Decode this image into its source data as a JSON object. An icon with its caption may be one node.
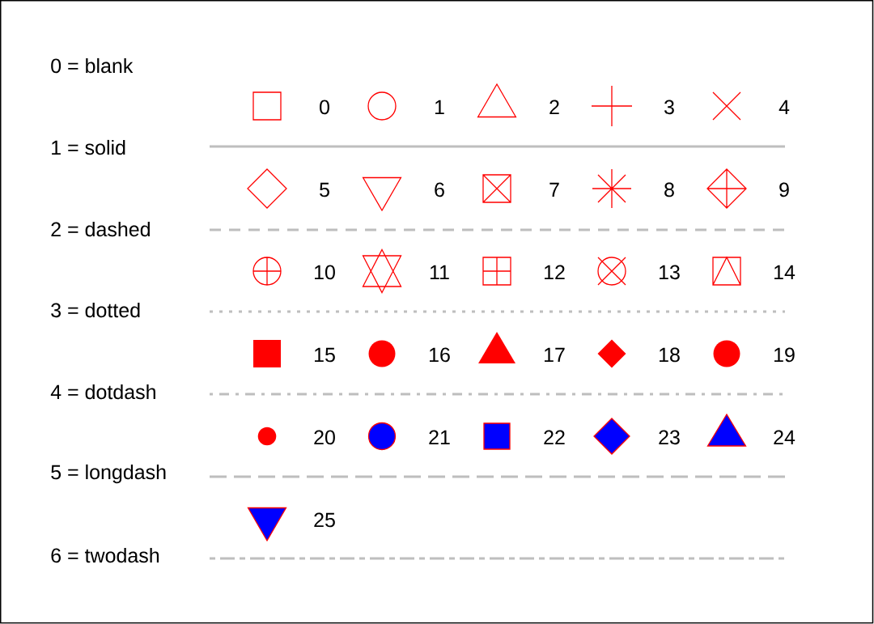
{
  "diagram": {
    "nodes": [
      {
        "text": [],
        "shape": "square",
        "beside": [
          "0"
        ]
      },
      {
        "text": [],
        "shape": "circle",
        "beside": [
          "1"
        ]
      },
      {
        "text": [],
        "shape": "triangle",
        "beside": [
          "2"
        ]
      },
      {
        "text": [],
        "shape": "plus",
        "beside": [
          "3"
        ]
      },
      {
        "text": [],
        "shape": "cross",
        "beside": [
          "4"
        ]
      },
      {
        "text": [],
        "shape": "diamond",
        "beside": [
          "5"
        ]
      },
      {
        "text": [],
        "shape": "triangle-down",
        "beside": [
          "6"
        ]
      },
      {
        "text": [],
        "shape": "square-cross",
        "beside": [
          "7"
        ]
      },
      {
        "text": [],
        "shape": "asterisk",
        "beside": [
          "8"
        ]
      },
      {
        "text": [],
        "shape": "diamond-plus",
        "beside": [
          "9"
        ]
      },
      {
        "text": [],
        "shape": "circle-plus",
        "beside": [
          "10"
        ]
      },
      {
        "text": [],
        "shape": "hexagram",
        "beside": [
          "11"
        ]
      },
      {
        "text": [],
        "shape": "square-plus",
        "beside": [
          "12"
        ]
      },
      {
        "text": [],
        "shape": "circle-cross",
        "beside": [
          "13"
        ]
      },
      {
        "text": [],
        "shape": "square-triangle",
        "beside": [
          "14"
        ]
      },
      {
        "text": [],
        "shape": "solid-square",
        "beside": [
          "15"
        ]
      },
      {
        "text": [],
        "shape": "solid-circle",
        "beside": [
          "16"
        ]
      },
      {
        "text": [],
        "shape": "solid-triangle",
        "beside": [
          "17"
        ]
      },
      {
        "text": [],
        "shape": "solid-diamond",
        "beside": [
          "18"
        ]
      },
      {
        "text": [],
        "shape": "solid-circle",
        "beside": [
          "19"
        ]
      },
      {
        "text": [],
        "shape": "dot",
        "beside": [
          "20"
        ]
      },
      {
        "text": [],
        "shape": "bordered-circle",
        "beside": [
          "21"
        ]
      },
      {
        "text": [],
        "shape": "bordered-square",
        "beside": [
          "22"
        ]
      },
      {
        "text": [],
        "shape": "bordered-diamond",
        "beside": [
          "23"
        ]
      },
      {
        "text": [],
        "shape": "bordered-triangle",
        "beside": [
          "24"
        ]
      },
      {
        "text": [],
        "shape": "bordered-triangle-down",
        "beside": [
          "25"
        ]
      }
    ],
    "legend": [
      {
        "text": "0 = blank"
      },
      {
        "text": "1 = solid"
      },
      {
        "text": "2 = dashed"
      },
      {
        "text": "3 = dotted"
      },
      {
        "text": "4 = dotdash"
      },
      {
        "text": "5 = longdash"
      },
      {
        "text": "6 = twodash"
      }
    ]
  }
}
